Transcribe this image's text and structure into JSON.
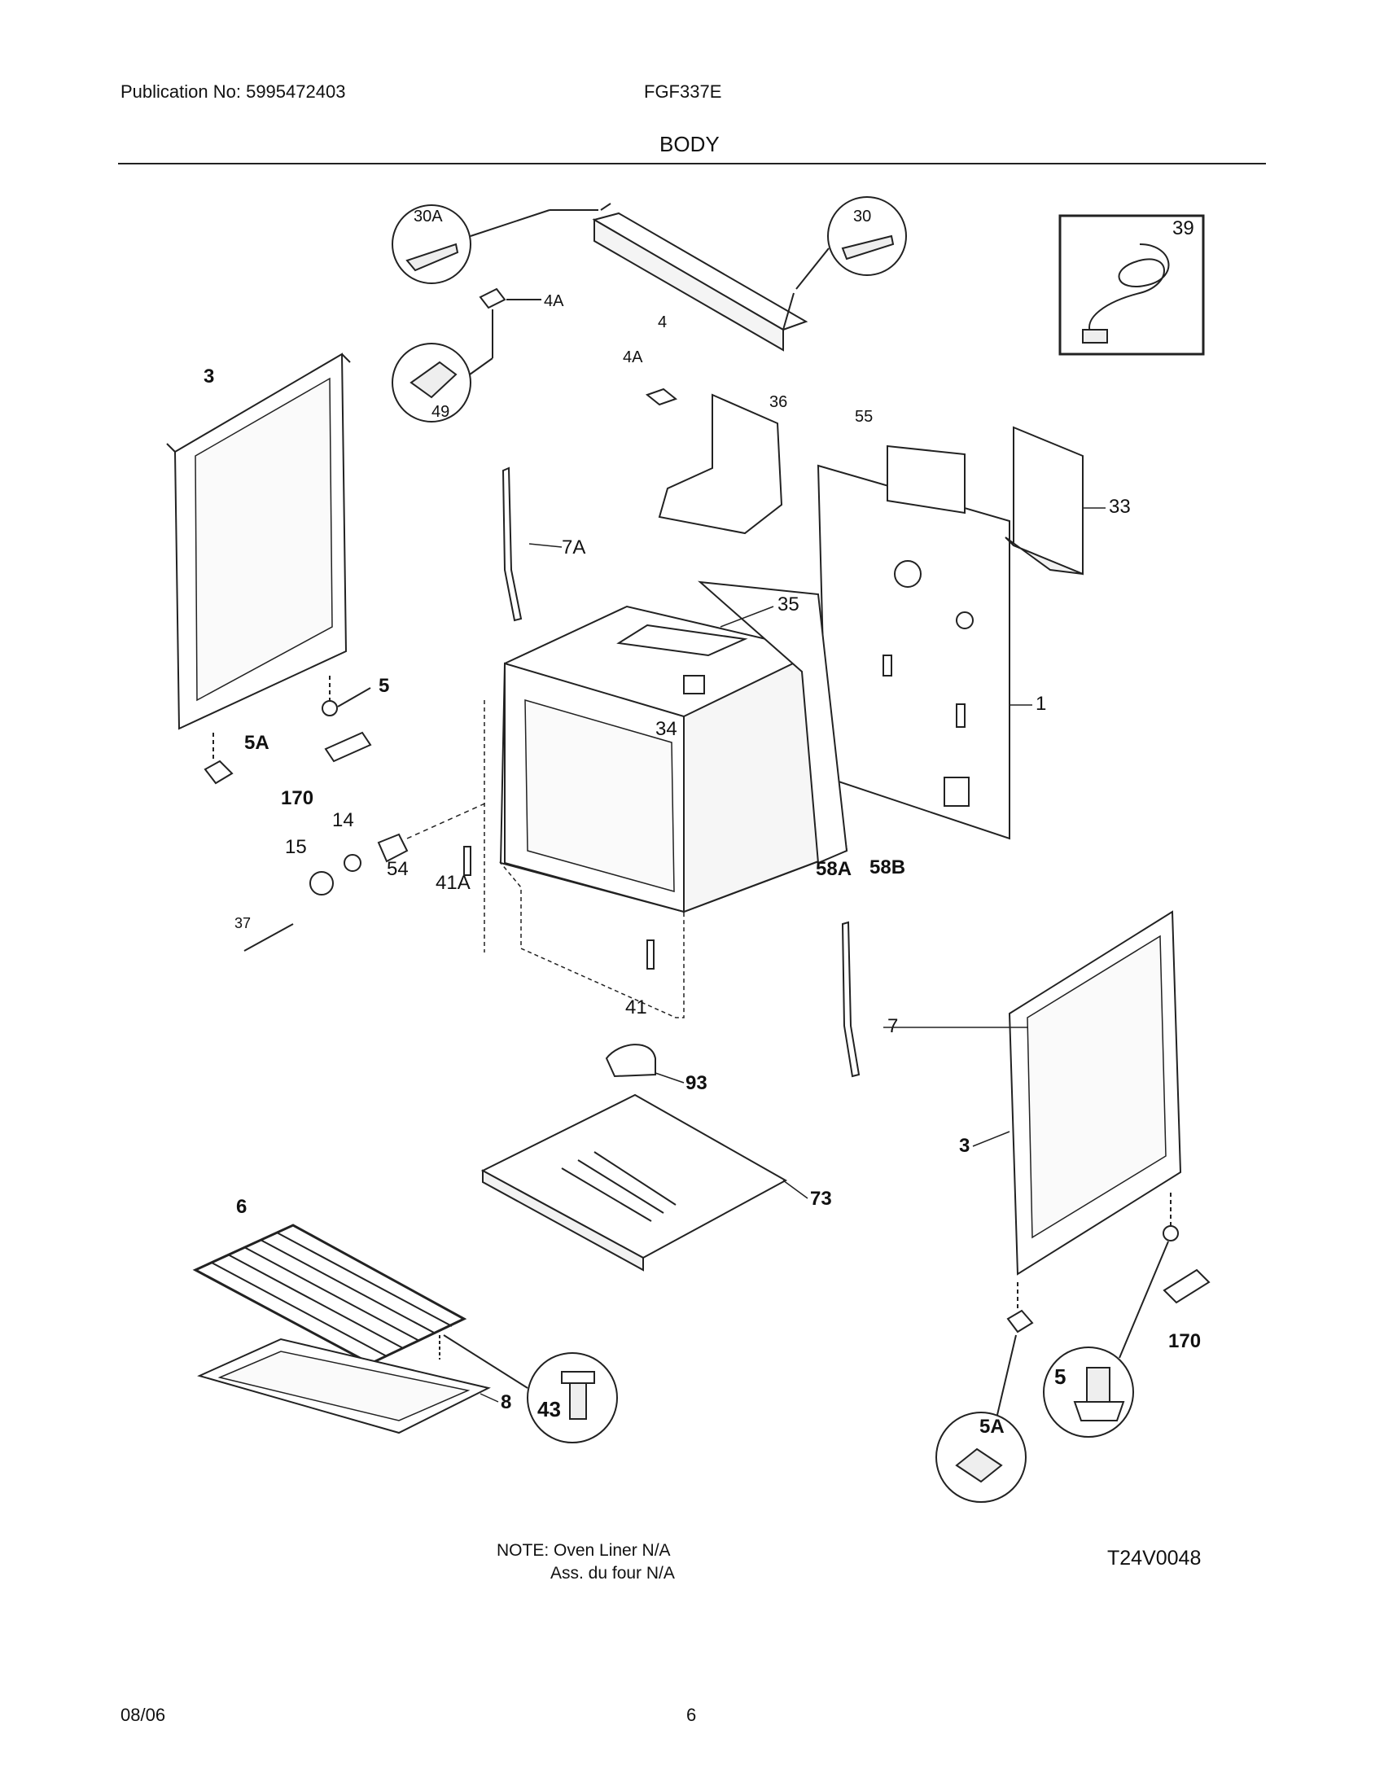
{
  "header": {
    "publication": "Publication No: 5995472403",
    "model": "FGF337E",
    "section_title": "BODY"
  },
  "callouts": {
    "c30A": "30A",
    "c30": "30",
    "c4": "4",
    "c4A_top": "4A",
    "c4A_mid": "4A",
    "c39": "39",
    "c49": "49",
    "c3_left": "3",
    "c36": "36",
    "c55": "55",
    "c33": "33",
    "c7A": "7A",
    "c35": "35",
    "c1": "1",
    "c5_left": "5",
    "c5A_left": "5A",
    "c170_left": "170",
    "c34": "34",
    "c14": "14",
    "c15": "15",
    "c54": "54",
    "c41A": "41A",
    "c58A": "58A",
    "c58B": "58B",
    "c37": "37",
    "c41": "41",
    "c7": "7",
    "c93": "93",
    "c3_right": "3",
    "c73": "73",
    "c6": "6",
    "c43": "43",
    "c8": "8",
    "c170_right": "170",
    "c5_right": "5",
    "c5A_right": "5A"
  },
  "footer": {
    "note_line1": "NOTE: Oven Liner N/A",
    "note_line2": "Ass. du four N/A",
    "figure_id": "T24V0048",
    "date": "08/06",
    "page": "6"
  }
}
